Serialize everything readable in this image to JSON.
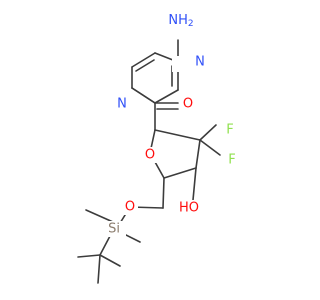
{
  "molecule": {
    "colors": {
      "bond": "#3c3c3c",
      "N": "#3050f8",
      "O": "#ff0d0d",
      "F": "#90e050",
      "Si": "#8c7d6e"
    },
    "atoms": {
      "nh2": {
        "text": "NH",
        "sub": "2",
        "element": "N"
      },
      "n_ring_top": {
        "text": "N",
        "element": "N"
      },
      "n_ring_bottom": {
        "text": "N",
        "element": "N"
      },
      "o_carbonyl": {
        "text": "O",
        "element": "O"
      },
      "o_furanose": {
        "text": "O",
        "element": "O"
      },
      "f_upper": {
        "text": "F",
        "element": "F"
      },
      "f_lower": {
        "text": "F",
        "element": "F"
      },
      "oh": {
        "text": "HO",
        "element": "O"
      },
      "o_silyl": {
        "text": "O",
        "element": "O"
      },
      "si": {
        "text": "Si",
        "element": "Si"
      }
    }
  }
}
